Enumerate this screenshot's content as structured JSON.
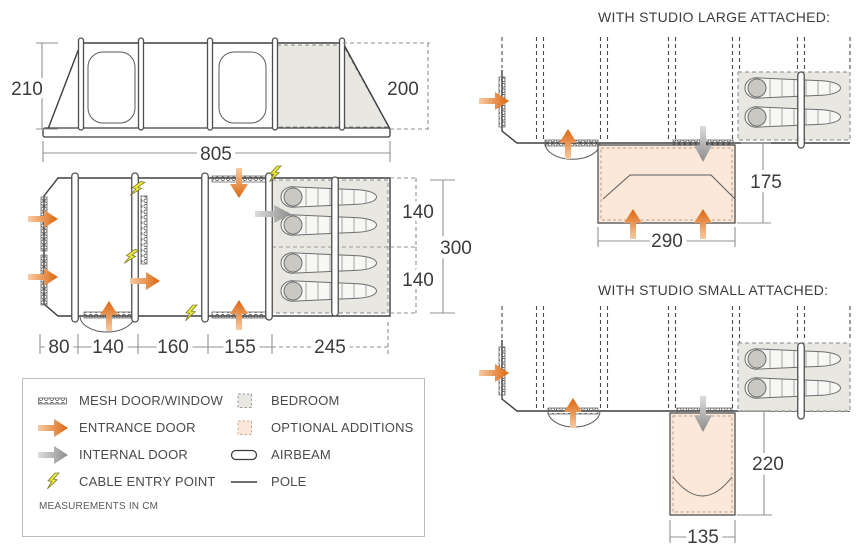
{
  "side_view": {
    "height_left": "210",
    "height_right": "200",
    "length": "805"
  },
  "floorplan": {
    "bottom_dims": [
      "80",
      "140",
      "160",
      "155",
      "245"
    ],
    "bed_dims": [
      "140",
      "140"
    ],
    "width_total": "300"
  },
  "studio_large": {
    "title": "WITH STUDIO LARGE ATTACHED:",
    "width": "290",
    "depth": "175"
  },
  "studio_small": {
    "title": "WITH STUDIO SMALL ATTACHED:",
    "width": "135",
    "depth": "220"
  },
  "legend": {
    "left": [
      {
        "icon": "mesh-icon",
        "label": "MESH DOOR/WINDOW"
      },
      {
        "icon": "entrance-door-icon",
        "label": "ENTRANCE DOOR"
      },
      {
        "icon": "internal-door-icon",
        "label": "INTERNAL DOOR"
      },
      {
        "icon": "cable-entry-icon",
        "label": "CABLE ENTRY POINT"
      }
    ],
    "right": [
      {
        "icon": "bedroom-icon",
        "label": "BEDROOM"
      },
      {
        "icon": "optional-additions-icon",
        "label": "OPTIONAL ADDITIONS"
      },
      {
        "icon": "airbeam-icon",
        "label": "AIRBEAM"
      },
      {
        "icon": "pole-icon",
        "label": "POLE"
      }
    ],
    "note": "MEASUREMENTS IN CM"
  },
  "colors": {
    "entrance_door": "#dd650d",
    "internal_door": "#8d8d8d",
    "cable_entry": "#ebe838",
    "bedroom_fill": "#e8e7e2",
    "optional_fill": "#fbe8d9",
    "outline": "#3e3e3e"
  }
}
